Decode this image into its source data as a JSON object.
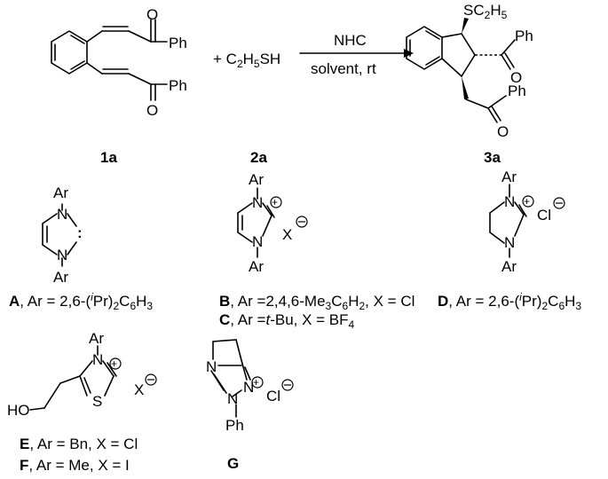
{
  "reaction": {
    "reagent_text": "+ C2H5SH",
    "arrow_top": "NHC",
    "arrow_bottom": "solvent, rt",
    "labels": {
      "substrate": "1a",
      "thiol": "2a",
      "product": "3a"
    }
  },
  "atoms": {
    "Ph": "Ph",
    "O": "O",
    "N": "N",
    "S": "S",
    "Ar": "Ar",
    "Cl": "Cl",
    "X": "X",
    "HO": "HO",
    "SC2H5": "SC2H5"
  },
  "catalysts": {
    "A": {
      "letter": "A",
      "desc": ", Ar = 2,6-(iPr)2C6H3"
    },
    "B": {
      "letter": "B",
      "desc": ", Ar =2,4,6-Me3C6H2, X = Cl"
    },
    "C": {
      "letter": "C",
      "desc": ", Ar =t-Bu, X = BF4"
    },
    "D": {
      "letter": "D",
      "desc": ", Ar = 2,6-(iPr)2C6H3"
    },
    "E": {
      "letter": "E",
      "desc": ", Ar = Bn, X = Cl"
    },
    "F": {
      "letter": "F",
      "desc": ", Ar = Me, X = I"
    },
    "G": {
      "letter": "G"
    }
  }
}
